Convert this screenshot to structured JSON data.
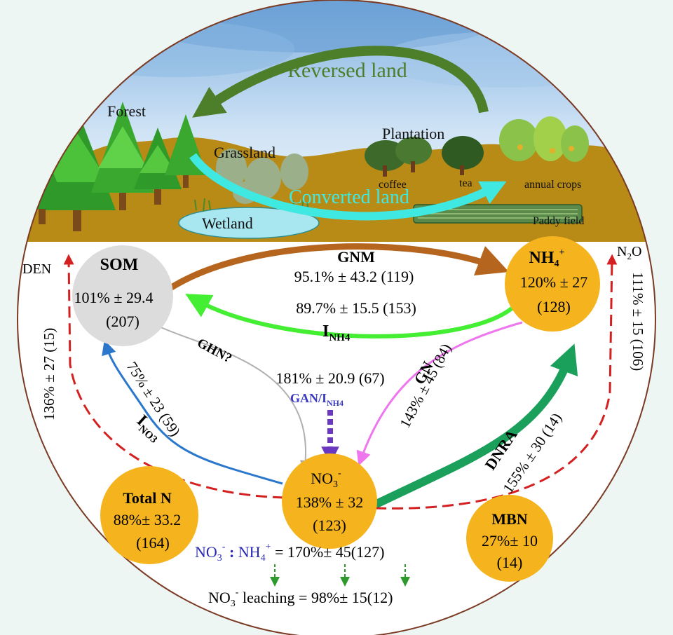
{
  "landscape": {
    "reversed_land": "Reversed land",
    "converted_land": "Converted land",
    "forest": "Forest",
    "grassland": "Grassland",
    "wetland": "Wetland",
    "plantation": "Plantation",
    "coffee": "coffee",
    "tea": "tea",
    "annual_crops": "annual crops",
    "paddy_field": "Paddy field"
  },
  "pools": {
    "som": {
      "name": "SOM",
      "value": "101% ± 29.4",
      "n": "(207)"
    },
    "nh4": {
      "name_base": "NH",
      "name_sub": "4",
      "name_sup": "+",
      "value": "120% ± 27",
      "n": "(128)"
    },
    "no3": {
      "name_base": "NO",
      "name_sub": "3",
      "name_sup": "-",
      "value": "138% ± 32",
      "n": "(123)"
    },
    "total_n": {
      "name": "Total N",
      "value": "88%± 33.2",
      "n": "(164)"
    },
    "mbn": {
      "name": "MBN",
      "value": "27%± 10",
      "n": "(14)"
    }
  },
  "fluxes": {
    "gnm": {
      "name": "GNM",
      "value": "95.1% ± 43.2 (119)"
    },
    "inh4": {
      "name_base": "I",
      "name_sub": "NH4",
      "value": "89.7% ± 15.5 (153)"
    },
    "ghn": {
      "name": "GHN?"
    },
    "gan": {
      "value": "181% ± 20.9 (67)",
      "label_base": "GAN/I",
      "label_sub": "NH4"
    },
    "gn": {
      "name": "GN",
      "value": "143% ± 45 (84)"
    },
    "ino3": {
      "name_base": "I",
      "name_sub": "NO3",
      "value": "75% ± 23 (59)"
    },
    "dnra": {
      "name": "DNRA",
      "value": "155% ± 30 (14)"
    },
    "den": {
      "name": "DEN",
      "value": "136% ± 27 (15)"
    },
    "n2o": {
      "name_base": "N",
      "name_sub": "2",
      "name_tail": "O",
      "value": "111% ± 15 (106)"
    }
  },
  "ratio": {
    "no3_base": "NO",
    "no3_sub": "3",
    "no3_sup": "-",
    "separator": " : ",
    "nh4_base": "NH",
    "nh4_sub": "4",
    "nh4_sup": "+",
    "value": " = 170%± 45(127)"
  },
  "leaching": {
    "base": "NO",
    "sub": "3",
    "sup": "-",
    "value": " leaching = 98%± 15(12)"
  },
  "colors": {
    "gnm": "#b5651d",
    "inh4": "#44ee33",
    "gn": "#ee77ee",
    "ino3": "#2a77cc",
    "dnra": "#1aa05a",
    "den": "#d42020",
    "gan": "#6a38c0",
    "ghn": "#b0b0b0",
    "pool": "#f5b41e",
    "som": "#dcdcdc",
    "soil": "#b88a16",
    "reversed": "#4d7e2a",
    "converted": "#3fe8e0"
  }
}
